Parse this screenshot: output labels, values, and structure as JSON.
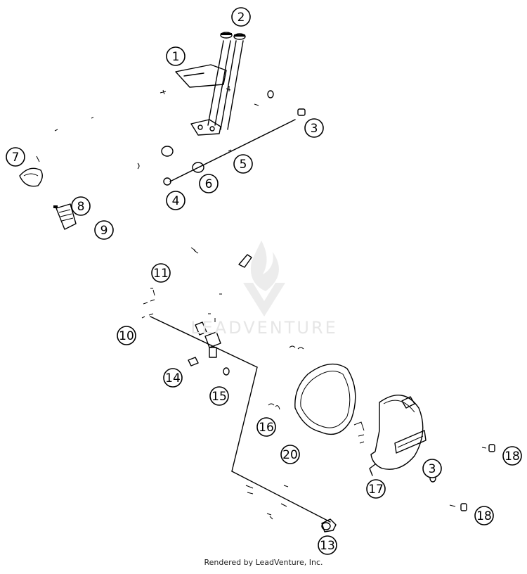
{
  "diagram": {
    "callouts": [
      {
        "label": "1"
      },
      {
        "label": "2"
      },
      {
        "label": "3"
      },
      {
        "label": "4"
      },
      {
        "label": "5"
      },
      {
        "label": "6"
      },
      {
        "label": "7"
      },
      {
        "label": "8"
      },
      {
        "label": "9"
      },
      {
        "label": "11"
      },
      {
        "label": "10"
      },
      {
        "label": "14"
      },
      {
        "label": "15"
      },
      {
        "label": "16"
      },
      {
        "label": "20"
      },
      {
        "label": "17"
      },
      {
        "label": "3"
      },
      {
        "label": "18"
      },
      {
        "label": "18"
      },
      {
        "label": "13"
      }
    ]
  },
  "watermark": {
    "text": "LEADVENTURE"
  },
  "footer": {
    "text": "Rendered by LeadVenture, Inc."
  },
  "colors": {
    "ink": "#000000",
    "watermark": "#e6e6e6",
    "background": "#ffffff"
  }
}
